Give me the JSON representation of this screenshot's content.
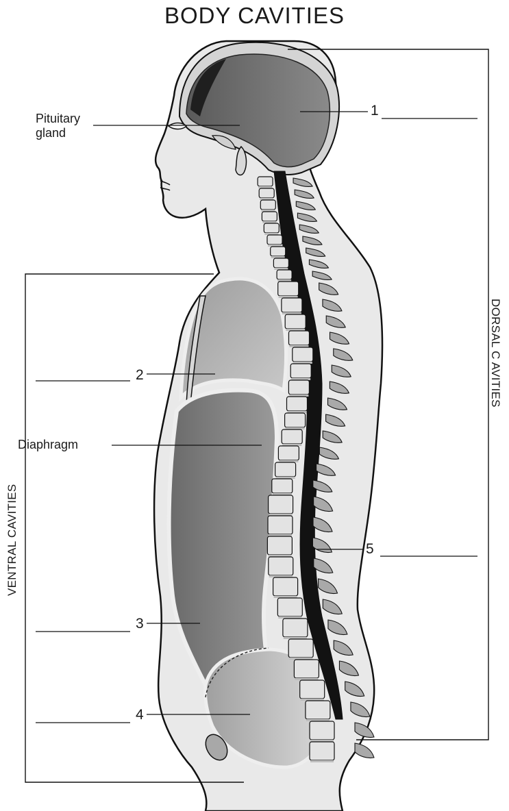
{
  "title": "BODY CAVITIES",
  "labels": {
    "pituitary": [
      "Pituitary",
      "gland"
    ],
    "diaphragm": "Diaphragm",
    "numbers": [
      "1",
      "2",
      "3",
      "4",
      "5"
    ]
  },
  "groups": {
    "dorsal": "DORSAL C AVITIES",
    "ventral": "VENTRAL CAVITIES"
  },
  "colors": {
    "skin": "#e9e9e9",
    "outline": "#111111",
    "cranial": "#6b6b6b",
    "thoracic": "#a9a9a9",
    "abdominal": "#7d7d7d",
    "pelvic": "#b8b8b8",
    "spinal_cord": "#121212",
    "vertebra": "#e3e3e3",
    "disc": "#bcbcbc"
  }
}
